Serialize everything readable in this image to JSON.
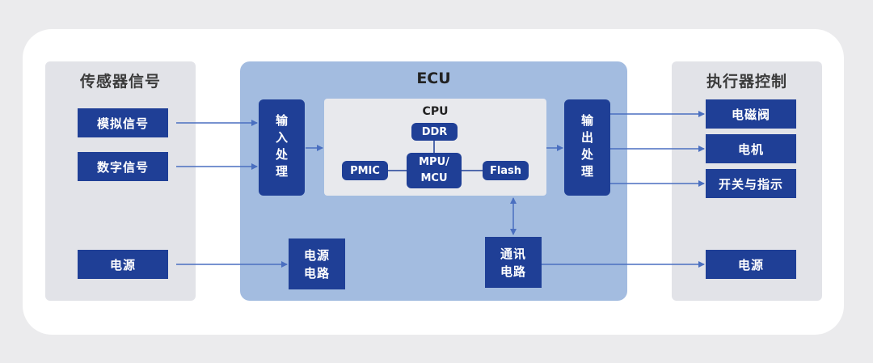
{
  "sensors": {
    "title": "传感器信号",
    "analog": "模拟信号",
    "digital": "数字信号",
    "power": "电源"
  },
  "ecu": {
    "title": "ECU",
    "input": "输入处理",
    "output": "输出处理",
    "power_circuit": "电源\n电路",
    "comm_circuit": "通讯\n电路",
    "cpu": {
      "title": "CPU",
      "ddr": "DDR",
      "mpu": "MPU/\nMCU",
      "pmic": "PMIC",
      "flash": "Flash"
    }
  },
  "actuators": {
    "title": "执行器控制",
    "solenoid": "电磁阀",
    "motor": "电机",
    "switch": "开关与指示",
    "power": "电源"
  },
  "colors": {
    "box": "#1f3f96",
    "ecu": "#a3bce0",
    "panel": "#e2e3e8",
    "arrow": "#4a6fc0"
  }
}
